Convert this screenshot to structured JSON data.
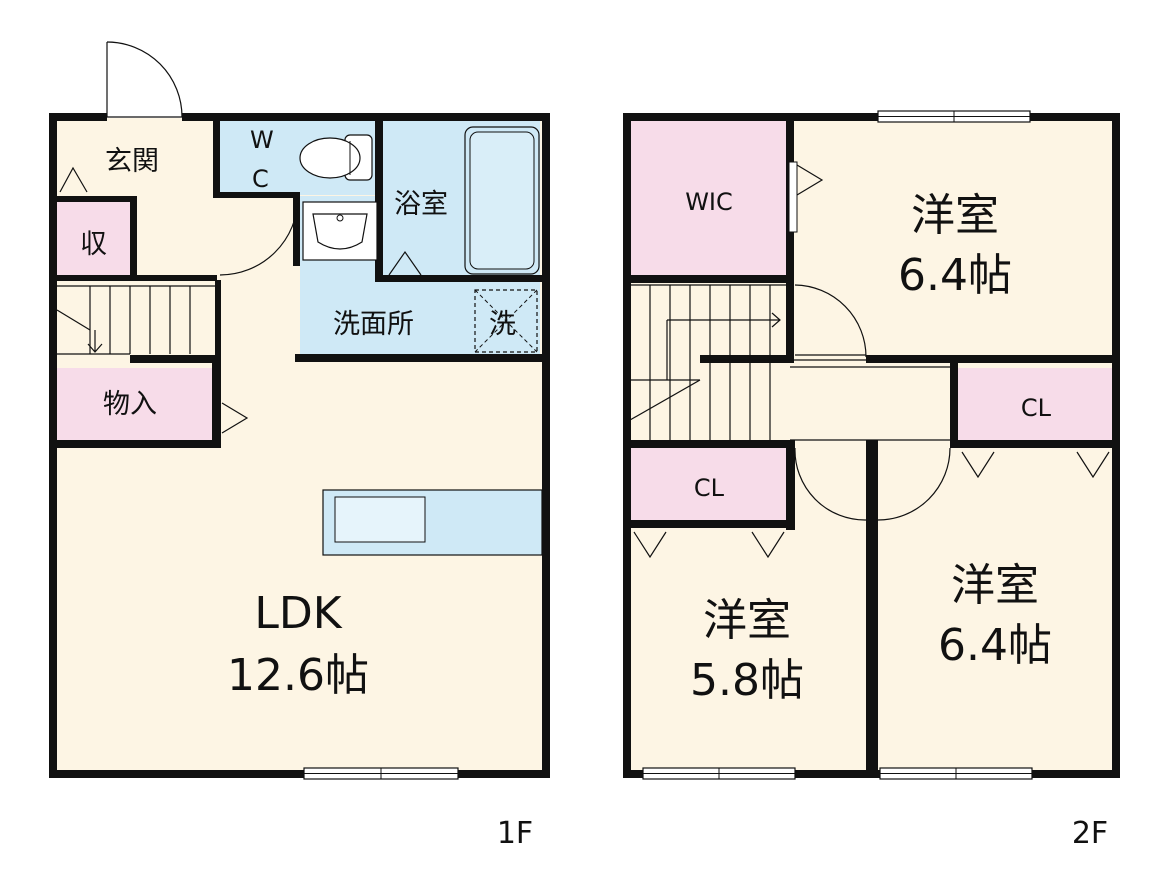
{
  "floor1": {
    "label": "1F",
    "rooms": {
      "entrance": "玄関",
      "storage": "収",
      "wc": "W\nC",
      "wc_top": "W",
      "wc_bottom": "C",
      "bath": "浴室",
      "washroom": "洗面所",
      "washer": "洗",
      "closet": "物入",
      "ldk_name": "LDK",
      "ldk_size": "12.6帖"
    }
  },
  "floor2": {
    "label": "2F",
    "rooms": {
      "wic": "WIC",
      "room_ne_name": "洋室",
      "room_ne_size": "6.4帖",
      "cl_east": "CL",
      "cl_west": "CL",
      "room_sw_name": "洋室",
      "room_sw_size": "5.8帖",
      "room_se_name": "洋室",
      "room_se_size": "6.4帖"
    }
  },
  "colors": {
    "living": "#fdf5e4",
    "wet": "#cfe9f6",
    "storage": "#f7dce9",
    "wall": "#111111"
  }
}
